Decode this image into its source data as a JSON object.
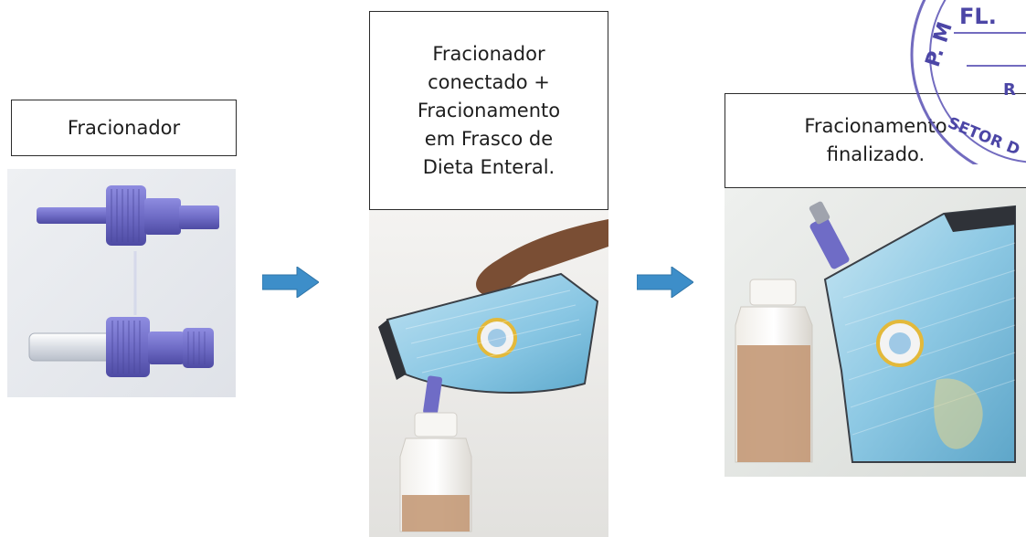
{
  "steps": [
    {
      "label": "Fracionador"
    },
    {
      "label_lines": [
        "Fracionador",
        "conectado +",
        "Fracionamento",
        "em Frasco de",
        "Dieta Enteral."
      ]
    },
    {
      "label_lines": [
        "Fracionamento",
        "finalizado."
      ]
    }
  ],
  "stamp": {
    "fragments": [
      "P. M",
      "FL.",
      "R",
      "SETOR D"
    ]
  },
  "colors": {
    "arrow": "#3d8ec9",
    "adapter": "#6f6cc6",
    "stamp": "#5a52b5",
    "formula": "#c49a78"
  },
  "icons": [
    "right-arrow-icon",
    "right-arrow-icon"
  ]
}
